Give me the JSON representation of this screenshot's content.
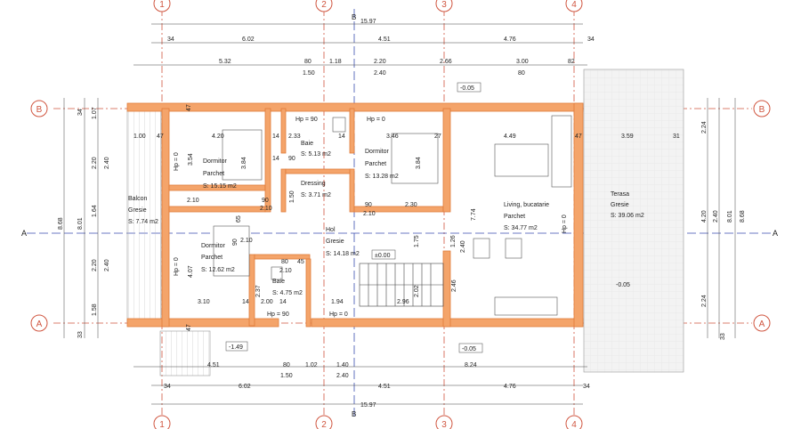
{
  "colors": {
    "wall_fill": "#f4a46a",
    "wall_stroke": "#e07b3a",
    "axis_red": "#d0553f",
    "axis_blue": "#3b4fb0",
    "line": "#333333",
    "terrace_fill": "#eeeeee",
    "balcony_hatch": "#bbbbbb"
  },
  "axes": {
    "columns": [
      "1",
      "2",
      "3",
      "4"
    ],
    "rows": [
      "B",
      "A"
    ],
    "section": "B",
    "section_side": "A"
  },
  "dims": {
    "top_total": "15.97",
    "top_chain_1": [
      "34",
      "6.02",
      "4.51",
      "4.76",
      "34"
    ],
    "top_chain_2": [
      "5.32",
      "80",
      "1.18",
      "2.20",
      "2.66",
      "3.00",
      "82"
    ],
    "top_chain_2_sub": [
      "1.50",
      "2.40",
      "80"
    ],
    "bottom_chain_1": [
      "4.51",
      "80",
      "1.02",
      "1.40",
      "8.24"
    ],
    "bottom_chain_1_sub": [
      "1.50",
      "2.40"
    ],
    "bottom_chain_2": [
      "34",
      "6.02",
      "4.51",
      "4.76",
      "34"
    ],
    "bottom_total": "15.97",
    "left_outer": [
      "34",
      "1.07",
      "2.20",
      "2.40",
      "1.64",
      "2.20",
      "2.40",
      "1.58",
      "33"
    ],
    "left_total": [
      "8.68",
      "8.01"
    ],
    "right_outer": [
      "2.24",
      "4.20",
      "2.40",
      "8.68",
      "8.01",
      "2.24",
      "33"
    ],
    "interior": [
      "1.00",
      "47",
      "4.20",
      "14",
      "2.33",
      "14",
      "3.46",
      "27",
      "4.49",
      "47",
      "3.59",
      "31",
      "3.54",
      "3.84",
      "3.84",
      "7.74",
      "1.26",
      "2.40",
      "1.75",
      "2.46",
      "4.07",
      "3.10",
      "14",
      "2.00",
      "14",
      "1.94",
      "2.96",
      "90",
      "2.10",
      "90",
      "2.10",
      "2.30",
      "2.10",
      "80",
      "45",
      "2.10",
      "65",
      "90",
      "2.10",
      "1.50",
      "90",
      "14",
      "2.02",
      "2.37",
      "47",
      "47"
    ],
    "levels": [
      "-0.05",
      "-0.05",
      "-0.05",
      "-1.49",
      "±0.00"
    ]
  },
  "rooms": [
    {
      "name": "Dormitor",
      "floor": "Parchet",
      "area": "S: 15.15 m2"
    },
    {
      "name": "Baie",
      "area": "S: 5.13 m2"
    },
    {
      "name": "Dormitor",
      "floor": "Parchet",
      "area": "S: 13.28 m2"
    },
    {
      "name": "Dressing",
      "area": "S: 3.71 m2"
    },
    {
      "name": "Living, bucatarie",
      "floor": "Parchet",
      "area": "S: 34.77 m2"
    },
    {
      "name": "Terasa",
      "floor": "Gresie",
      "area": "S: 39.06 m2"
    },
    {
      "name": "Balcon",
      "floor": "Gresie",
      "area": "S: 7.74 m2"
    },
    {
      "name": "Hol",
      "floor": "Gresie",
      "area": "S: 14.18 m2"
    },
    {
      "name": "Dormitor",
      "floor": "Parchet",
      "area": "S: 12.62 m2"
    },
    {
      "name": "Baie",
      "area": "S: 4.75 m2"
    }
  ],
  "sill_heights": [
    "Hp = 90",
    "Hp = 0",
    "Hp = 0",
    "Hp = 0",
    "Hp = 0",
    "Hp = 90",
    "Hp = 0"
  ]
}
